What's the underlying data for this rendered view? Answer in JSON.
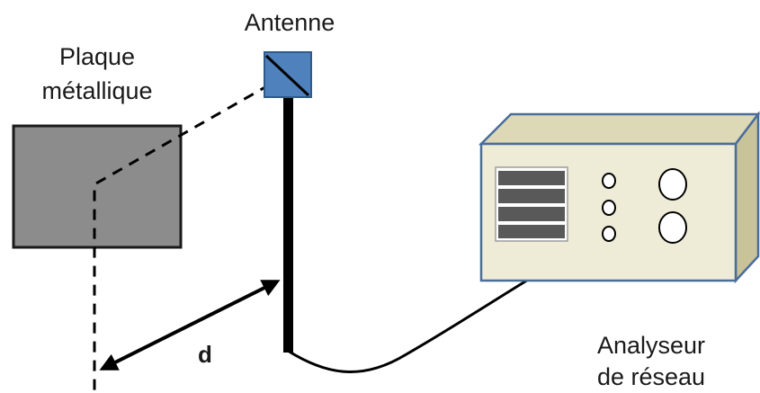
{
  "labels": {
    "antenna": "Antenne",
    "plate_line1": "Plaque",
    "plate_line2": "métallique",
    "distance": "d",
    "analyzer_line1": "Analyseur",
    "analyzer_line2": "de réseau"
  },
  "colors": {
    "plate_fill": "#8c8c8c",
    "antenna_fill": "#4f81bd",
    "analyzer_front": "#eeecd6",
    "analyzer_side": "#c9c39a",
    "analyzer_border": "#4a6d9a",
    "display_bars": "#595959",
    "line": "#000000"
  }
}
